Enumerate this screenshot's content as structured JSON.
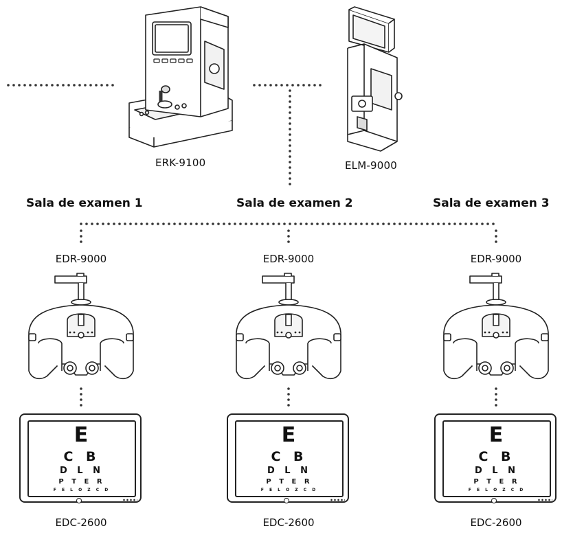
{
  "devices": {
    "erk": {
      "name": "ERK-9100"
    },
    "elm": {
      "name": "ELM-9000"
    }
  },
  "rooms": [
    {
      "title": "Sala de examen 1",
      "phoropter": "EDR-9000",
      "display": "EDC-2600",
      "chart_rows": [
        "E",
        "C B",
        "D L N",
        "P T E R",
        "F E L O Z C D"
      ]
    },
    {
      "title": "Sala de examen 2",
      "phoropter": "EDR-9000",
      "display": "EDC-2600",
      "chart_rows": [
        "E",
        "C B",
        "D L N",
        "P T E R",
        "F E L O Z C D"
      ]
    },
    {
      "title": "Sala de examen 3",
      "phoropter": "EDR-9000",
      "display": "EDC-2600",
      "chart_rows": [
        "E",
        "C B",
        "D L N",
        "P T E R",
        "F E L O Z C D"
      ]
    }
  ]
}
